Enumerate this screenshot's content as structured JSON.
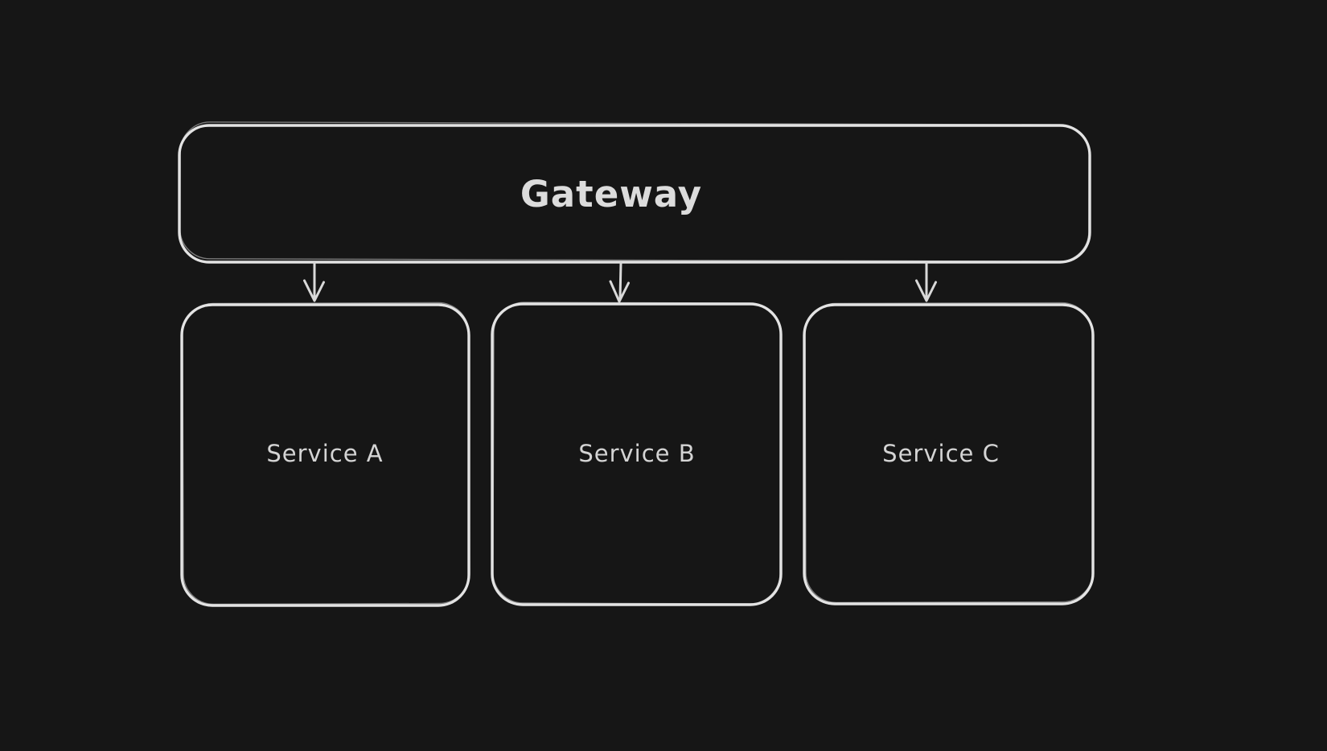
{
  "diagram": {
    "type": "flowchart",
    "theme": "dark",
    "colors": {
      "background": "#161616",
      "stroke": "#e3e3e3",
      "text": "#d9d9d9"
    },
    "nodes": {
      "gateway": {
        "label": "Gateway"
      },
      "service_a": {
        "label": "Service A"
      },
      "service_b": {
        "label": "Service B"
      },
      "service_c": {
        "label": "Service C"
      }
    },
    "edges": [
      {
        "from": "Gateway",
        "to": "Service A"
      },
      {
        "from": "Gateway",
        "to": "Service B"
      },
      {
        "from": "Gateway",
        "to": "Service C"
      }
    ]
  }
}
